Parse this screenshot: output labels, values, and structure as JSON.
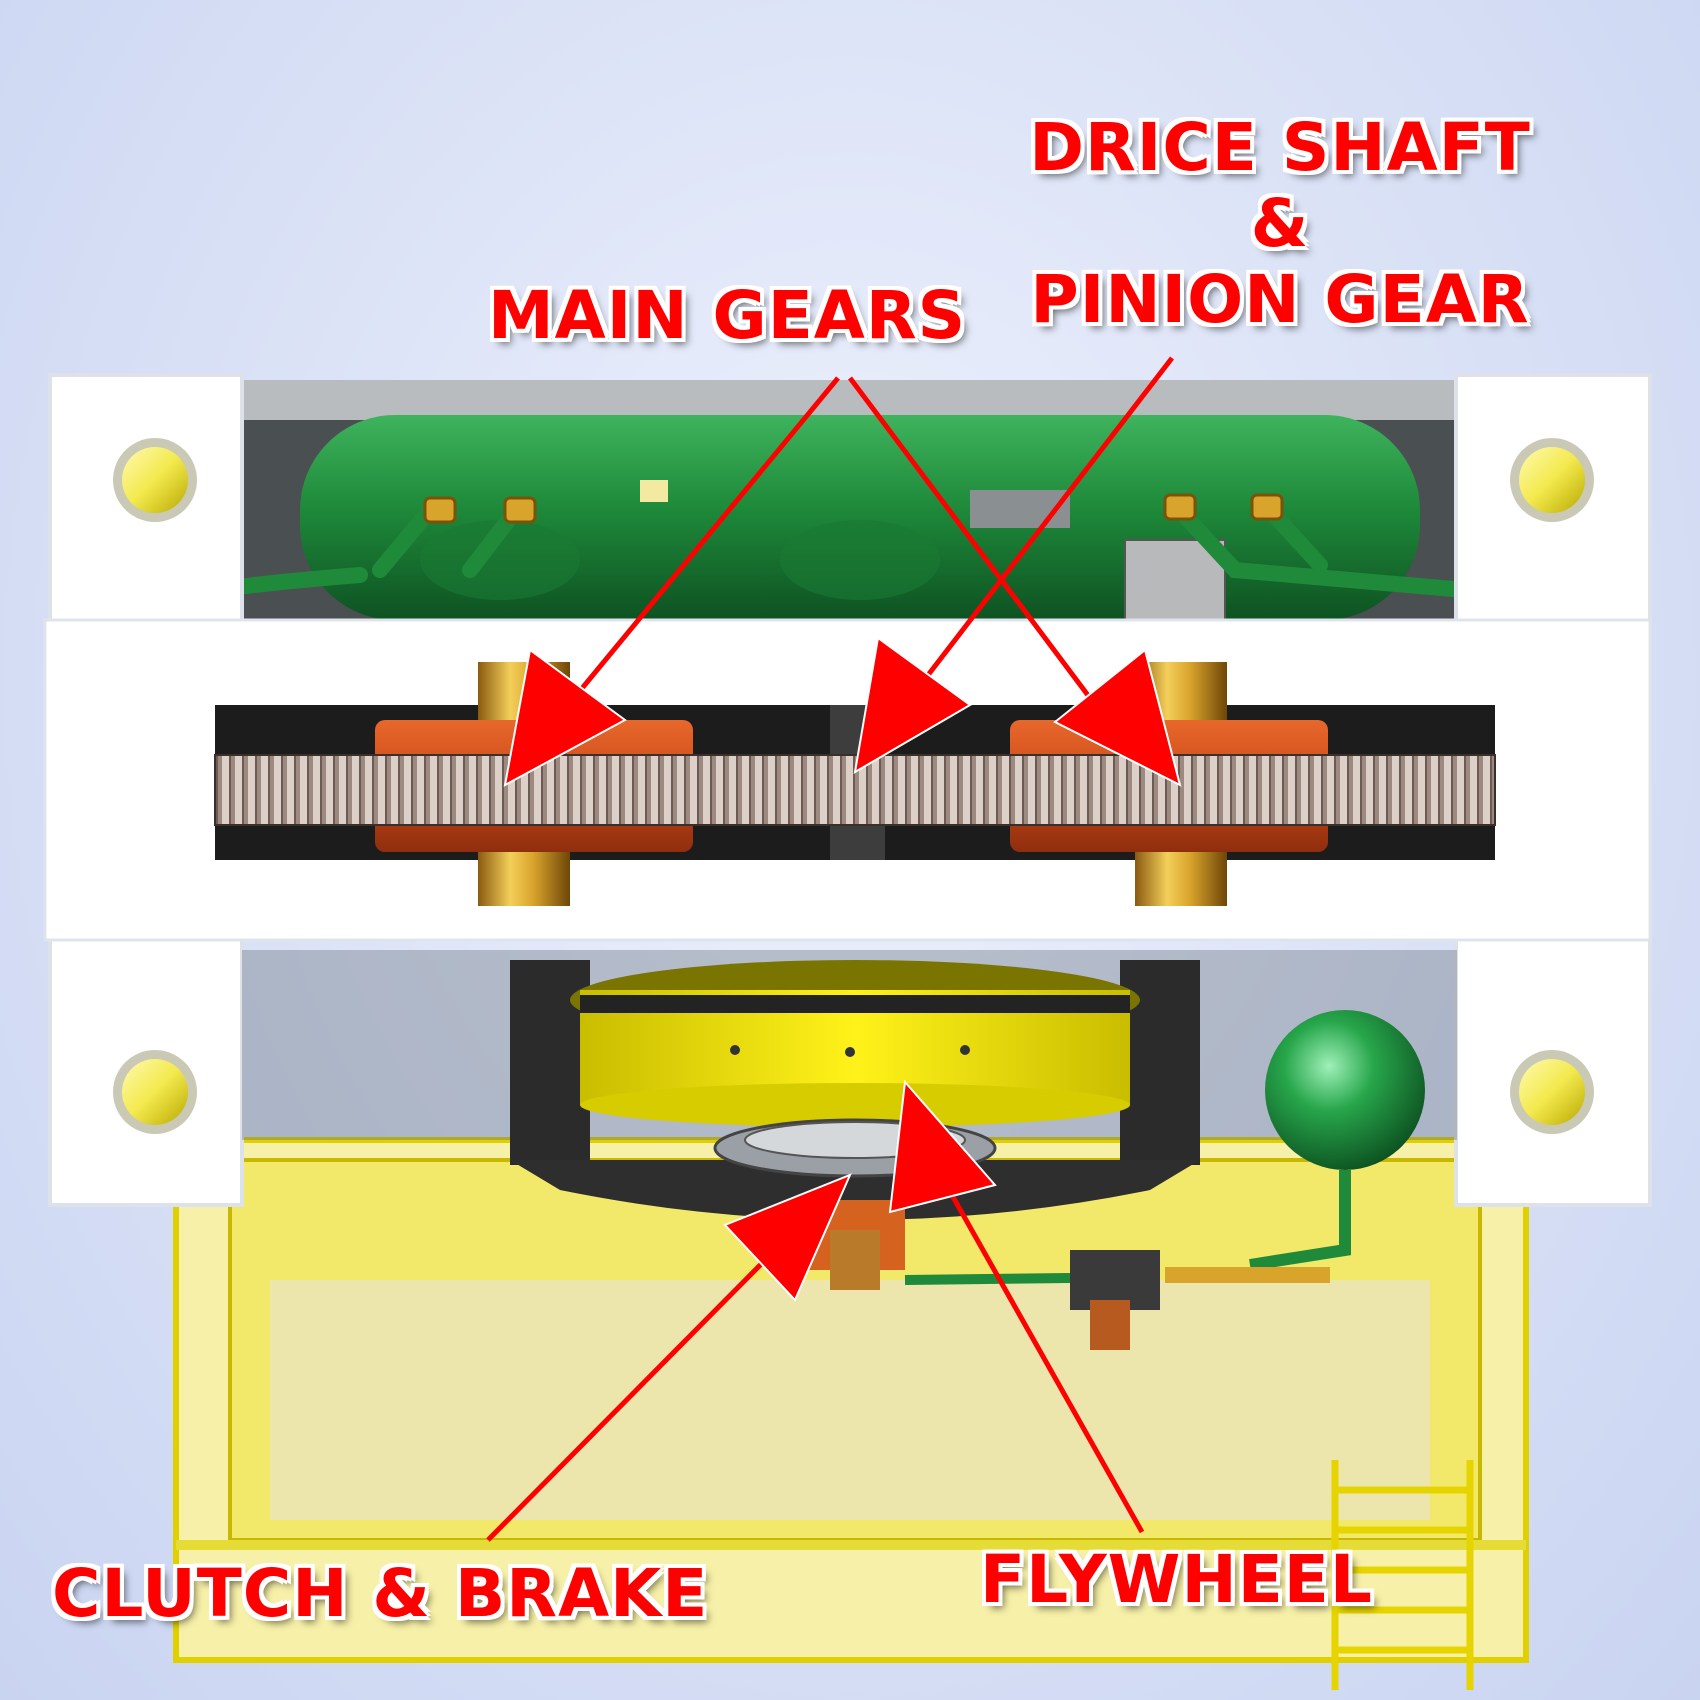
{
  "labels": {
    "main_gears": "MAIN GEARS",
    "drive_shaft_line1": "DRICE SHAFT",
    "drive_shaft_line2": "&",
    "drive_shaft_line3": "PINION GEAR",
    "clutch_brake": "CLUTCH & BRAKE",
    "flywheel": "FLYWHEEL"
  },
  "colors": {
    "label_text": "#ff0000",
    "label_outline": "#ffffff",
    "arrow": "#ff0000",
    "frame": "#ffffff",
    "tank": "#1e8a3a",
    "gear_hub": "#d9531c",
    "flywheel": "#f2e600",
    "base": "#f5ec8a"
  }
}
